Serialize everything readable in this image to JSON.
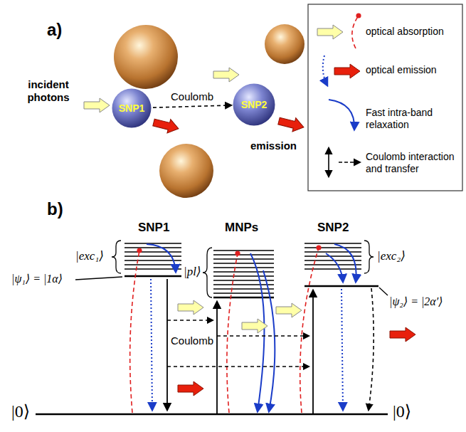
{
  "diagram": {
    "nodes": [
      {
        "text": [
          "SNP1"
        ]
      },
      {
        "text": [
          "SNP2"
        ]
      }
    ],
    "edges": [
      {
        "from": 0,
        "to": 1,
        "label": "Coulomb",
        "arrow": "to"
      }
    ],
    "labels": [
      "a)",
      "incident photons",
      "emission",
      "b)",
      "SNP1",
      "MNPs",
      "SNP2",
      "|exc₁⟩",
      "|ψ₁⟩ = |1α⟩",
      "|pl⟩",
      "|exc₂⟩",
      "|ψ₂⟩ = |2α′⟩",
      "Coulomb",
      "|0⟩",
      "|0⟩"
    ],
    "legend": [
      {
        "text": "optical absorption"
      },
      {
        "text": "optical emission"
      },
      {
        "text": "Fast intra-band relaxation"
      },
      {
        "text": "Coulomb interaction and transfer"
      }
    ]
  }
}
